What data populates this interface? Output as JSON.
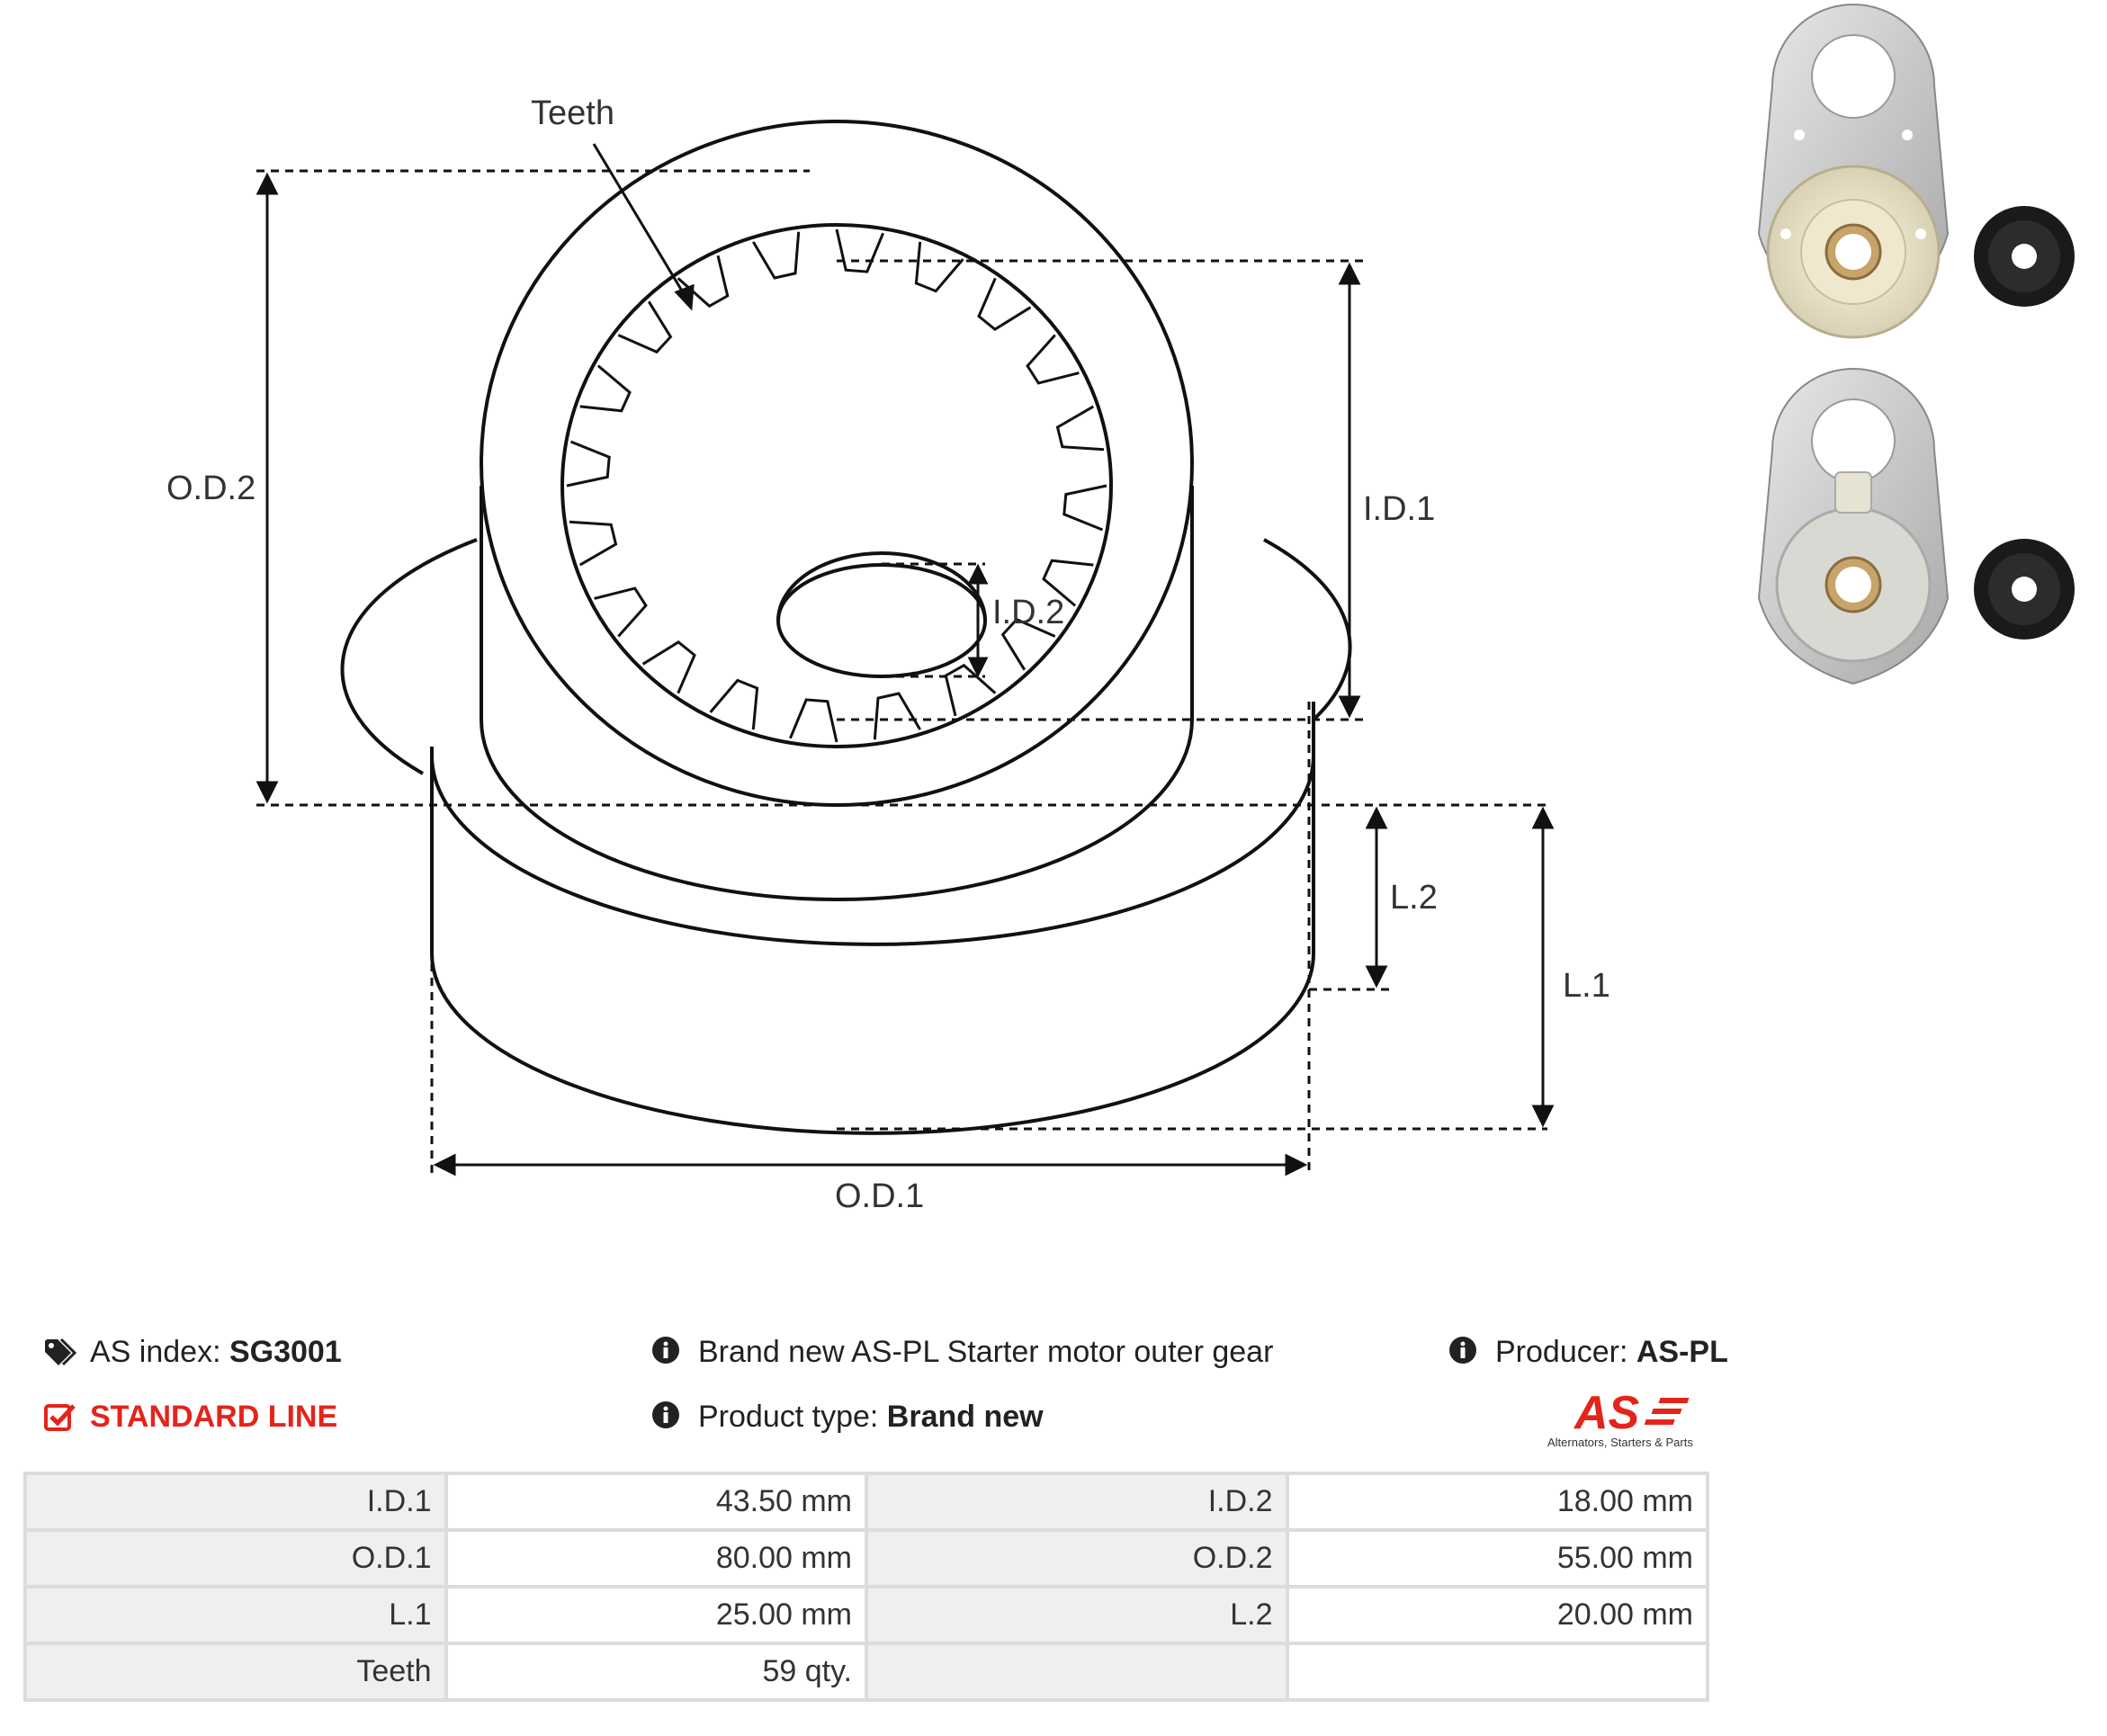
{
  "diagram": {
    "labels": {
      "teeth": "Teeth",
      "od2": "O.D.2",
      "id1": "I.D.1",
      "id2": "I.D.2",
      "l2": "L.2",
      "l1": "L.1",
      "od1": "O.D.1"
    }
  },
  "info": {
    "as_index_label": "AS index:",
    "as_index_value": "SG3001",
    "line": "STANDARD LINE",
    "description": "Brand new AS-PL Starter motor outer gear",
    "product_type_label": "Product type:",
    "product_type_value": "Brand new",
    "producer_label": "Producer:",
    "producer_value": "AS-PL"
  },
  "logo": {
    "text": "AS",
    "tagline": "Alternators, Starters & Parts",
    "color": "#e3241b"
  },
  "specs": [
    {
      "l1": "I.D.1",
      "v1": "43.50 mm",
      "l2": "I.D.2",
      "v2": "18.00 mm"
    },
    {
      "l1": "O.D.1",
      "v1": "80.00 mm",
      "l2": "O.D.2",
      "v2": "55.00 mm"
    },
    {
      "l1": "L.1",
      "v1": "25.00 mm",
      "l2": "L.2",
      "v2": "20.00 mm"
    },
    {
      "l1": "Teeth",
      "v1": "59 qty.",
      "l2": "",
      "v2": ""
    }
  ],
  "icons": {
    "tags": "tags-icon",
    "check": "check-square-icon",
    "info": "info-circle-icon"
  }
}
